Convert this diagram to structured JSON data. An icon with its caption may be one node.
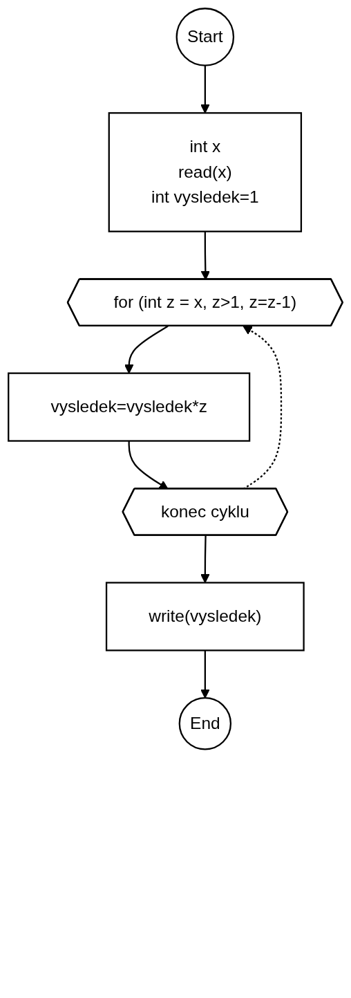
{
  "diagram": {
    "nodes": [
      {
        "text": [
          "Start"
        ]
      },
      {
        "text": [
          "int x",
          "read(x)",
          "int vysledek=1"
        ]
      },
      {
        "text": [
          "for (int z = x, z>1, z=z-1)"
        ]
      },
      {
        "text": [
          "vysledek=vysledek*z"
        ]
      },
      {
        "text": [
          "konec cyklu"
        ]
      },
      {
        "text": [
          "write(vysledek)"
        ]
      },
      {
        "text": [
          "End"
        ]
      }
    ],
    "edges": [
      {
        "from": 0,
        "to": 1,
        "arrow": "to"
      },
      {
        "from": 1,
        "to": 2,
        "arrow": "to"
      },
      {
        "from": 2,
        "to": 3,
        "arrow": "to"
      },
      {
        "from": 3,
        "to": 4,
        "arrow": "to"
      },
      {
        "from": 4,
        "to": 2,
        "arrow": "to",
        "style": "dashed"
      },
      {
        "from": 4,
        "to": 5,
        "arrow": "to"
      },
      {
        "from": 5,
        "to": 6,
        "arrow": "to"
      }
    ]
  }
}
